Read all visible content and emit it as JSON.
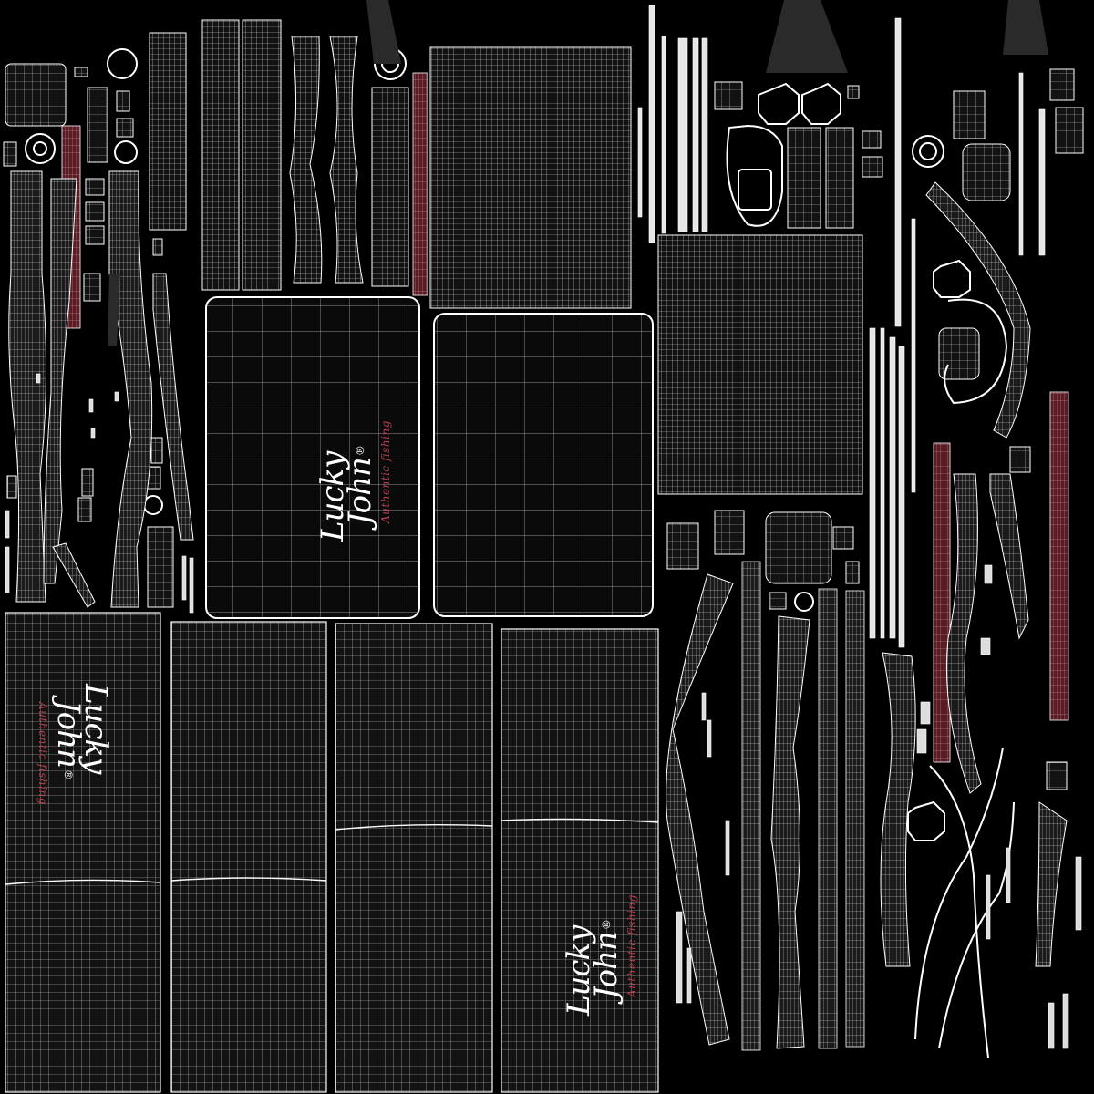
{
  "texture": {
    "background": "#000000",
    "wire_color": "#ffffff",
    "panel_fill": "#0d0d0d",
    "accent_red": "#b7424f"
  },
  "logos": [
    {
      "word1": "Lucky",
      "word2": "John",
      "reg": "®",
      "tagline": "Authentic fishing"
    },
    {
      "word1": "Lucky",
      "word2": "John",
      "reg": "®",
      "tagline": "Authentic fishing"
    },
    {
      "word1": "Lucky",
      "word2": "John",
      "reg": "®",
      "tagline": "Authentic fishing"
    }
  ]
}
